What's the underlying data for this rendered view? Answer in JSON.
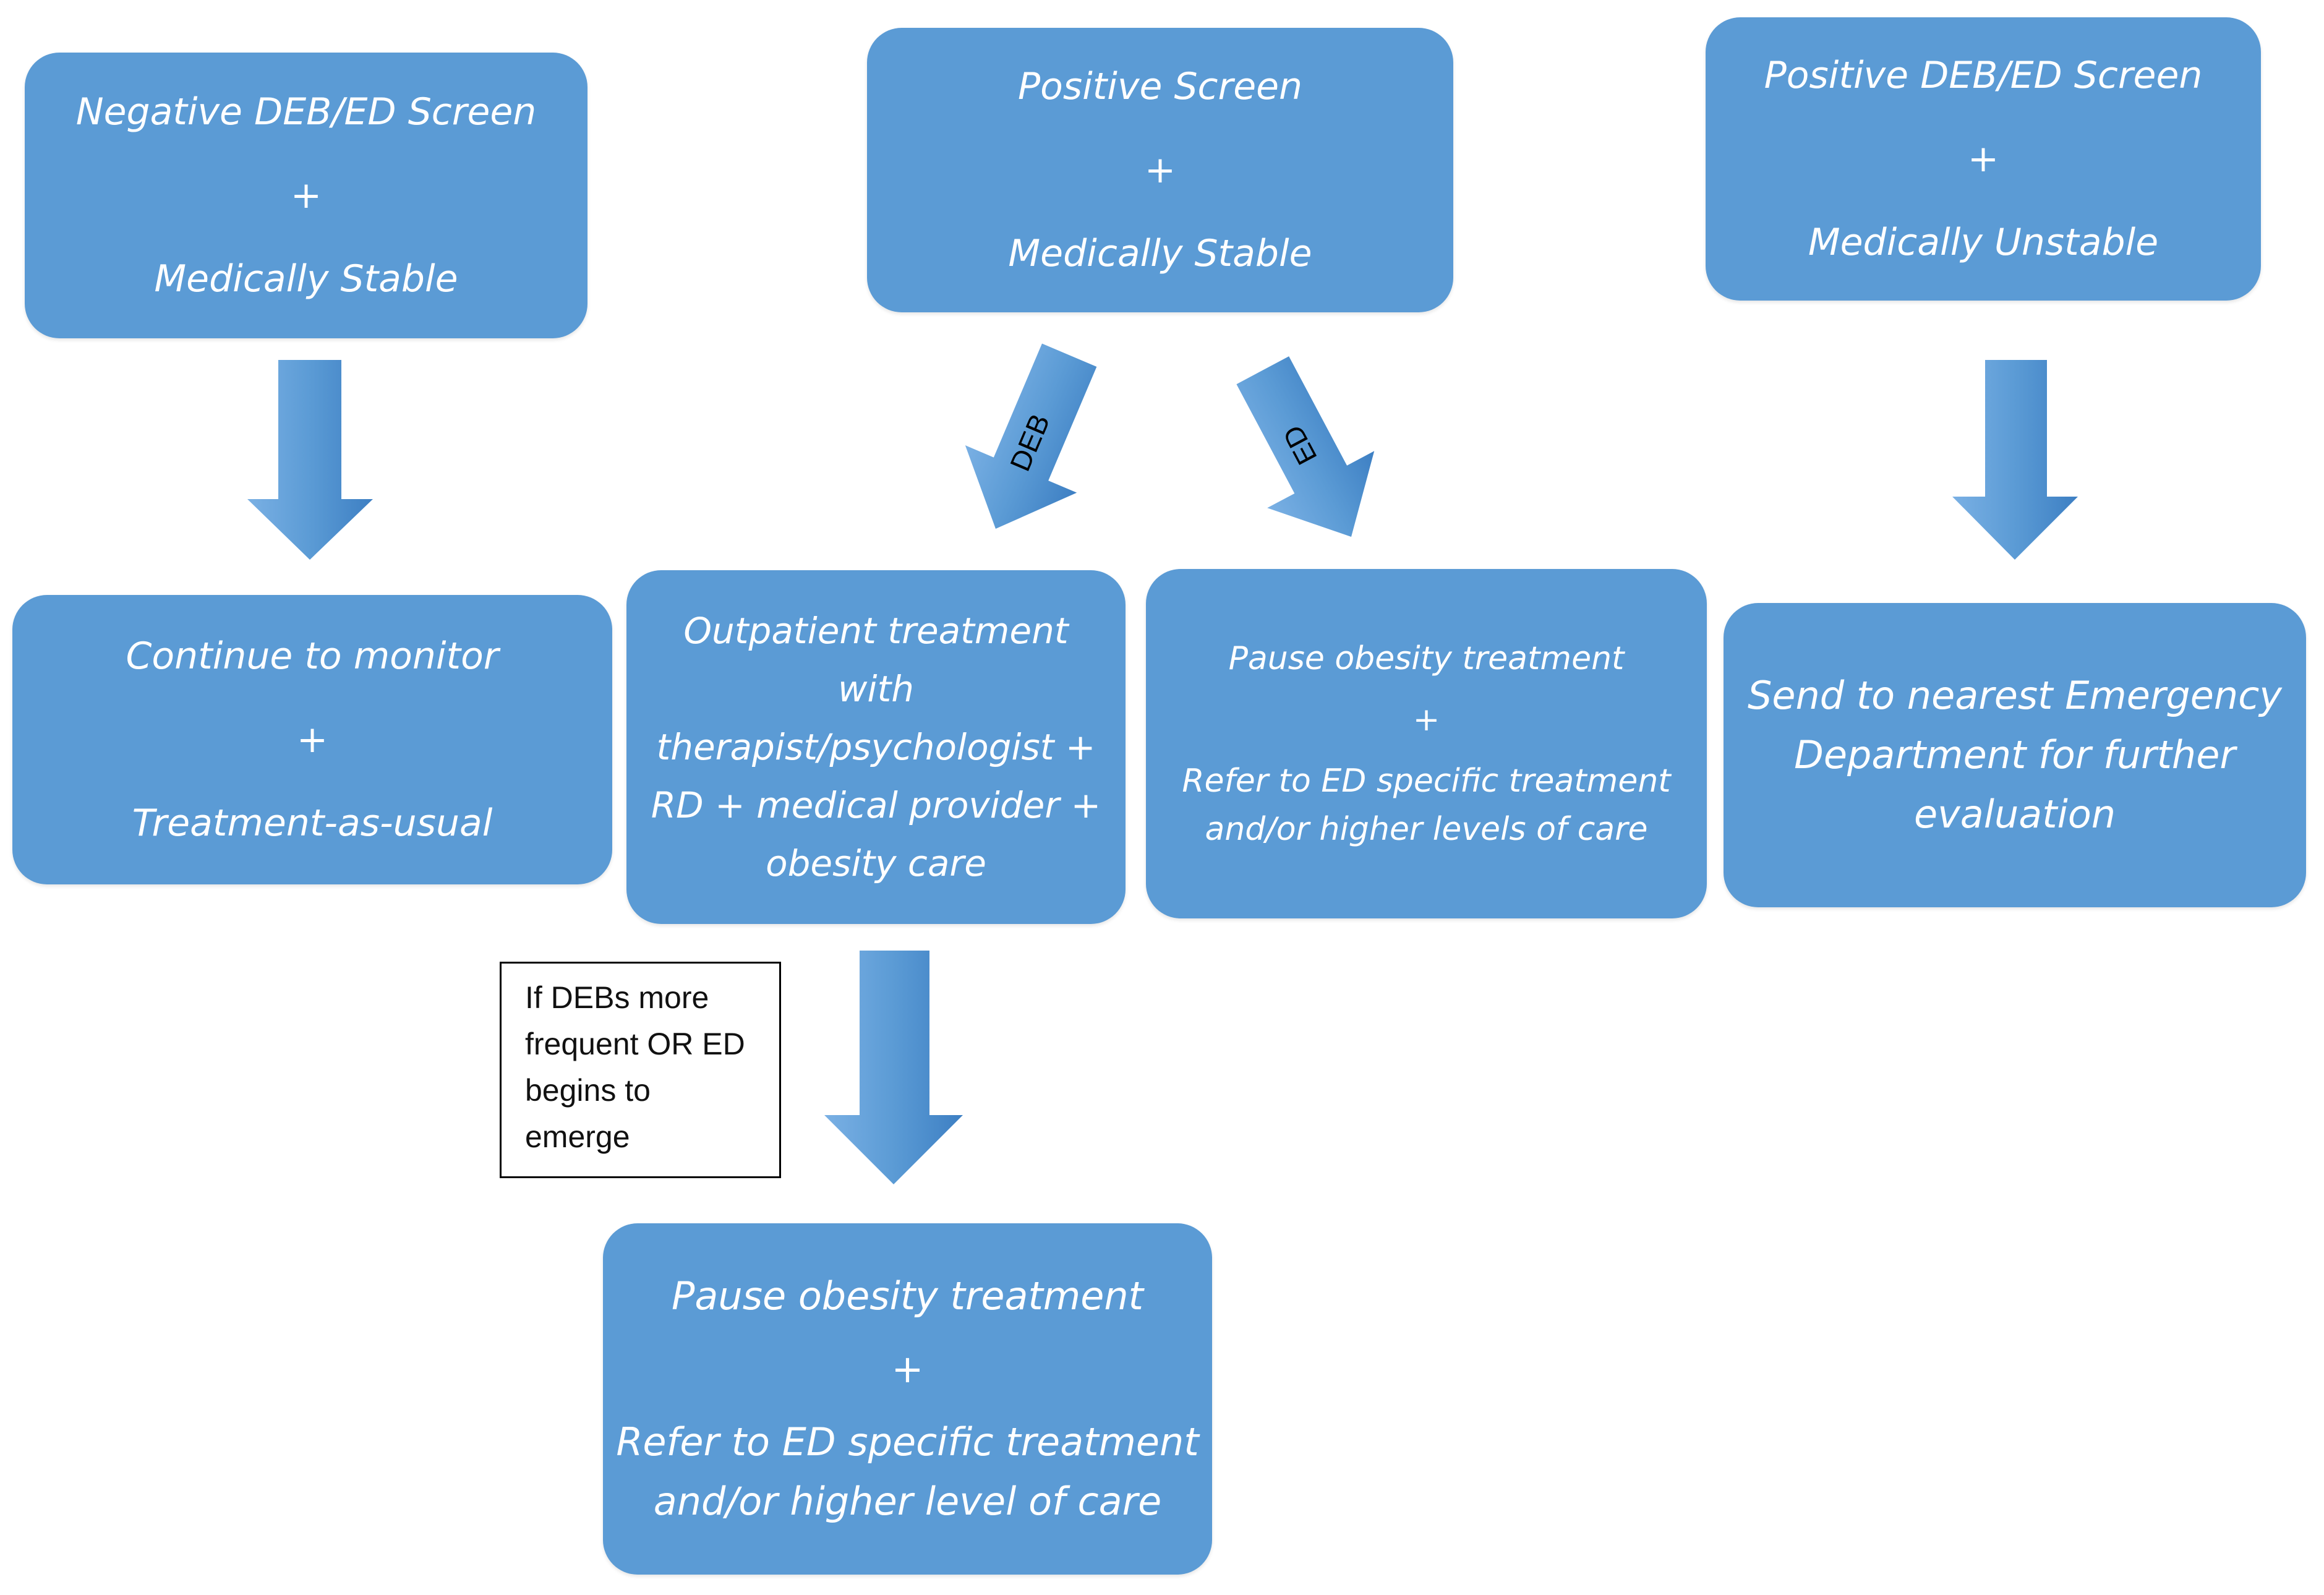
{
  "colors": {
    "box_fill": "#5b9bd5",
    "arrow_light": "#6fa9e2",
    "arrow_dark": "#3f82c8",
    "text": "#ffffff"
  },
  "boxes": {
    "negative": {
      "line1": "Negative DEB/ED Screen",
      "plus": "+",
      "line2": "Medically Stable"
    },
    "positive": {
      "line1": "Positive Screen",
      "plus": "+",
      "line2": "Medically Stable"
    },
    "unstable": {
      "line1": "Positive DEB/ED Screen",
      "plus": "+",
      "line2": "Medically Unstable"
    },
    "continue": {
      "line1": "Continue to monitor",
      "plus": "+",
      "line2": "Treatment-as-usual"
    },
    "outpatient": {
      "lines": [
        "Outpatient treatment",
        "with",
        "therapist/psychologist +",
        "RD + medical provider +",
        "obesity care"
      ]
    },
    "pause_ed": {
      "line1": "Pause obesity treatment",
      "plus": "+",
      "line2": "Refer to ED specific treatment",
      "line3": "and/or higher levels of care"
    },
    "send": {
      "lines": [
        "Send to nearest Emergency",
        "Department for further",
        "evaluation"
      ]
    },
    "pause_bottom": {
      "line1": "Pause obesity treatment",
      "plus": "+",
      "line2": "Refer to ED specific treatment",
      "line3": "and/or higher level of care"
    }
  },
  "arrows": {
    "deb_label": "DEB",
    "ed_label": "ED"
  },
  "note": {
    "lines": [
      "If DEBs more",
      "frequent OR ED",
      "begins to",
      "emerge"
    ]
  }
}
